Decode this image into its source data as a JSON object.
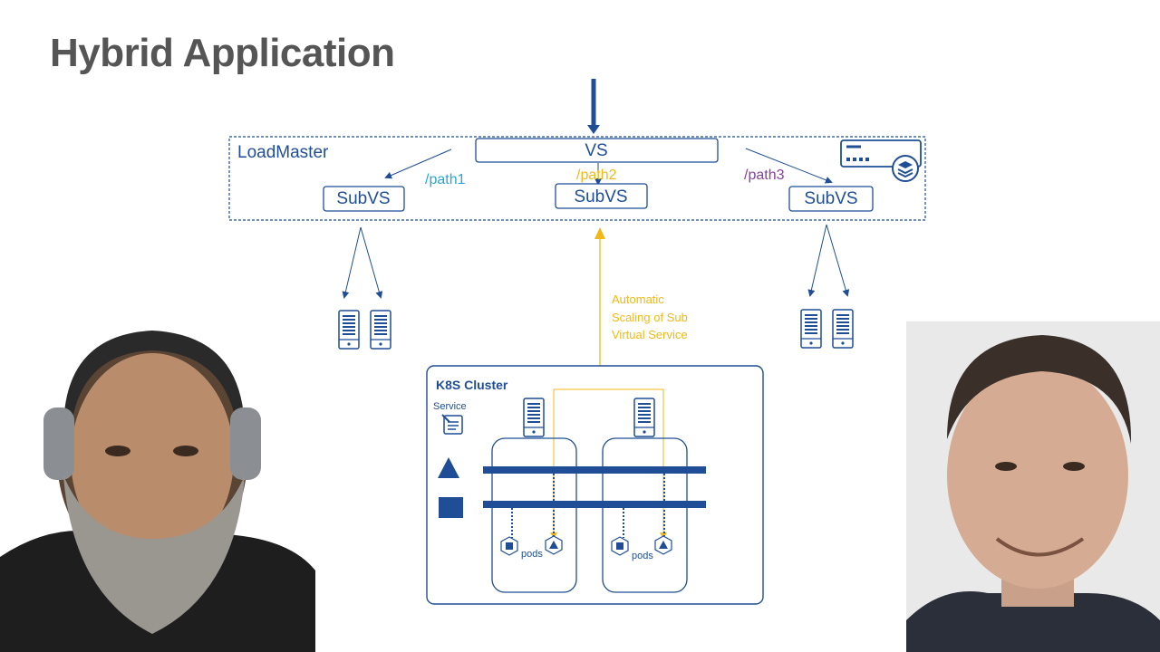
{
  "slide": {
    "title": "Hybrid Application"
  },
  "loadmaster": {
    "label": "LoadMaster",
    "vs_label": "VS",
    "subvs": [
      {
        "label": "SubVS",
        "path": "/path1",
        "path_color": "#2aa6d6"
      },
      {
        "label": "SubVS",
        "path": "/path2",
        "path_color": "#f2b818"
      },
      {
        "label": "SubVS",
        "path": "/path3",
        "path_color": "#8a3fa0"
      }
    ]
  },
  "scaling_note": {
    "lines": [
      "Automatic",
      "Scaling of Sub",
      "Virtual Service"
    ]
  },
  "k8s": {
    "title": "K8S Cluster",
    "service_label": "Service",
    "pods_label": "pods"
  },
  "colors": {
    "primary_blue": "#1f4e96",
    "accent_yellow": "#f2b818",
    "title_gray": "#555555"
  },
  "icons": [
    "server-icon",
    "appliance-icon",
    "clipboard-icon",
    "triangle-icon",
    "square-icon",
    "pod-hexagon-icon"
  ]
}
